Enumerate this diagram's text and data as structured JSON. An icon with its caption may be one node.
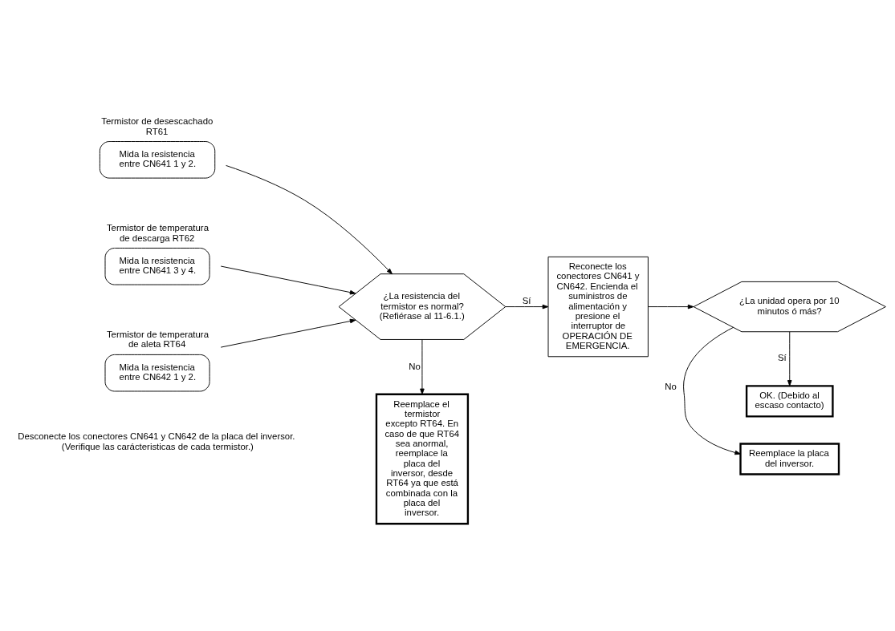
{
  "diagram": {
    "nodes": [
      {
        "text": [
          "Termistor de desescachado RT61",
          "Mida la resistencia entre CN641 1 y 2."
        ]
      },
      {
        "text": [
          "Termistor de temperatura de descarga RT62",
          "Mida la resistencia entre CN641 3 y 4."
        ]
      },
      {
        "text": [
          "Termistor de temperatura de aleta RT64",
          "Mida la resistencia entre CN642 1 y 2."
        ]
      },
      {
        "text": [
          "¿La resistencia del termistor es normal? (Refiérase al 11-6.1.)"
        ]
      },
      {
        "text": [
          "Reemplace el termistor excepto RT64. En caso de que RT64 sea anormal, reemplace la placa del inversor, desde RT64 ya que está combinada con la placa del inversor."
        ]
      },
      {
        "text": [
          "Reconecte los conectores CN641 y CN642. Encienda el suministros de alimentación y presione el interruptor de OPERACIÓN DE EMERGENCIA."
        ]
      },
      {
        "text": [
          "¿La unidad opera por 10 minutos ó más?"
        ]
      },
      {
        "text": [
          "Reemplace la placa del inversor."
        ]
      },
      {
        "text": [
          "OK. (Debido al escaso contacto)"
        ]
      }
    ],
    "edges": [
      {
        "from": 0,
        "to": 3,
        "arrow": "to"
      },
      {
        "from": 1,
        "to": 3,
        "arrow": "to"
      },
      {
        "from": 2,
        "to": 3,
        "arrow": "to"
      },
      {
        "from": 3,
        "to": 5,
        "arrow": "to",
        "label": "Sí"
      },
      {
        "from": 3,
        "to": 4,
        "arrow": "to",
        "label": "No"
      },
      {
        "from": 5,
        "to": 6,
        "arrow": "to"
      },
      {
        "from": 6,
        "to": 7,
        "arrow": "to",
        "label": "No"
      },
      {
        "from": 6,
        "to": 8,
        "arrow": "to",
        "label": "Sí"
      }
    ],
    "labels": [
      "Desconecte los conectores CN641 y CN642 de la placa del inversor. (Verifique las carácteristicas de cada termistor.)"
    ]
  }
}
